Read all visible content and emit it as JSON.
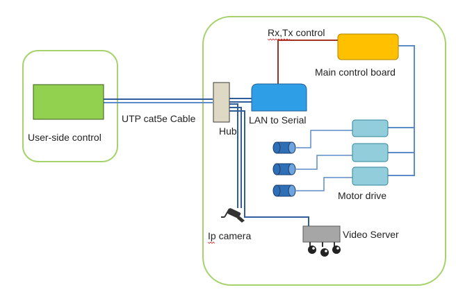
{
  "labels": {
    "user_side_control": "User-side control",
    "cable": "UTP cat5e Cable",
    "hub": "Hub",
    "lan_to_serial": "LAN to Serial",
    "rx_tx_control": "Rx,Tx control",
    "main_control_board": "Main control board",
    "motor_drive": "Motor drive",
    "ip_camera": "Ip camera",
    "video_server": "Video Server"
  },
  "colors": {
    "group_border": "#a5d36b",
    "user_box": "#92d050",
    "hub": "#ddd9c4",
    "lan_box": "#2e9fe6",
    "main_board": "#ffc000",
    "motor_drive": "#92cddc",
    "motor": "#2e6fb6",
    "data_wire": "#2f5d9b",
    "control_wire": "#a0321e",
    "video_server": "#a6a6a6"
  },
  "icons": {
    "ip_camera": "security-camera-icon",
    "video_server": "video-server-icon"
  }
}
